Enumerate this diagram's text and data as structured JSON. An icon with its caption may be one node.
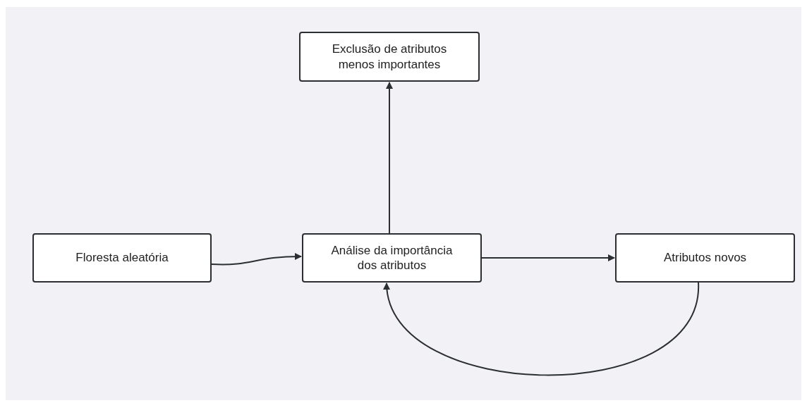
{
  "diagram": {
    "nodes": [
      {
        "text": [
          "Exclusão de atributos menos importantes"
        ]
      },
      {
        "text": [
          "Floresta aleatória"
        ]
      },
      {
        "text": [
          "Análise da importância dos atributos"
        ]
      },
      {
        "text": [
          "Atributos novos"
        ]
      }
    ],
    "edges": [
      {
        "from": 1,
        "to": 2,
        "arrow": "to"
      },
      {
        "from": 2,
        "to": 0,
        "arrow": "to"
      },
      {
        "from": 2,
        "to": 3,
        "arrow": "to"
      },
      {
        "from": 3,
        "to": 2,
        "arrow": "to"
      }
    ]
  }
}
